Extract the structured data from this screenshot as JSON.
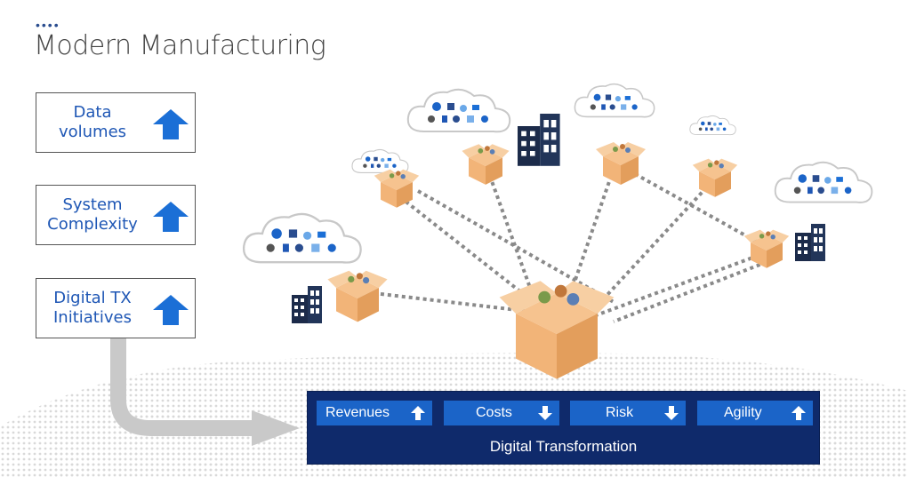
{
  "header": {
    "dots": "••••",
    "title": "Modern Manufacturing"
  },
  "factors": [
    {
      "label": "Data volumes",
      "trend": "up"
    },
    {
      "label": "System Complexity",
      "trend": "up"
    },
    {
      "label": "Digital TX Initiatives",
      "trend": "up"
    }
  ],
  "outcomes": {
    "items": [
      {
        "label": "Revenues",
        "trend": "up"
      },
      {
        "label": "Costs",
        "trend": "down"
      },
      {
        "label": "Risk",
        "trend": "down"
      },
      {
        "label": "Agility",
        "trend": "up"
      }
    ],
    "caption": "Digital Transformation"
  },
  "colors": {
    "accent_blue": "#1f57b5",
    "arrow_blue": "#1b6fd6",
    "panel_navy": "#0f2a6b",
    "metric_blue": "#1b64c8",
    "box_orange": "#f2b478",
    "link_gray": "#8a8a8a"
  },
  "icons": [
    "cloud-icon",
    "package-box-icon",
    "office-building-icon",
    "up-arrow-icon",
    "down-arrow-icon",
    "curved-arrow-icon",
    "world-map-icon"
  ]
}
